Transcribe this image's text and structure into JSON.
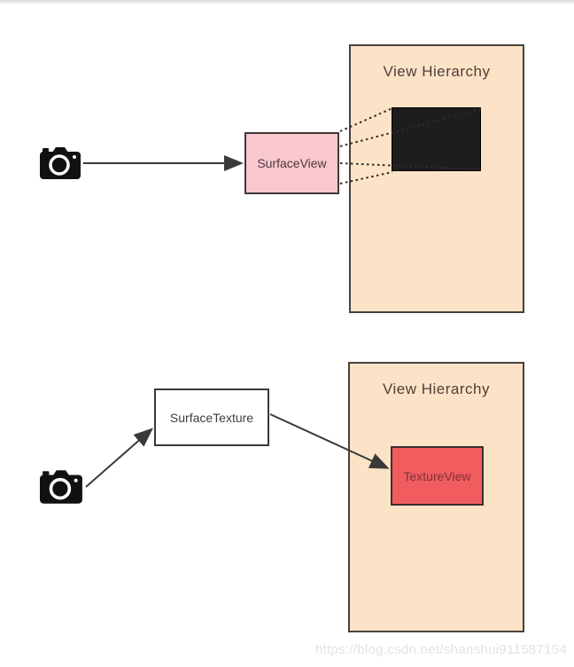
{
  "page": {
    "watermark": "https://blog.csdn.net/shanshui911587154"
  },
  "colors": {
    "panel_fill": "#fce3c7",
    "panel_border": "#4a423c",
    "surface_view_fill": "#f8c8ce",
    "texture_view_fill": "#f15c5e",
    "punch_hole_fill": "#1e1d1d",
    "connector_line": "#3a3a3a",
    "watermark_text": "#e3e3e3"
  },
  "top_diagram": {
    "camera_icon": "camera-icon",
    "surface_view": {
      "label": "SurfaceView"
    },
    "view_hierarchy": {
      "title": "View Hierarchy"
    }
  },
  "bottom_diagram": {
    "camera_icon": "camera-icon",
    "surface_texture": {
      "label": "SurfaceTexture"
    },
    "view_hierarchy": {
      "title": "View Hierarchy"
    },
    "texture_view": {
      "label": "TextureView"
    }
  }
}
